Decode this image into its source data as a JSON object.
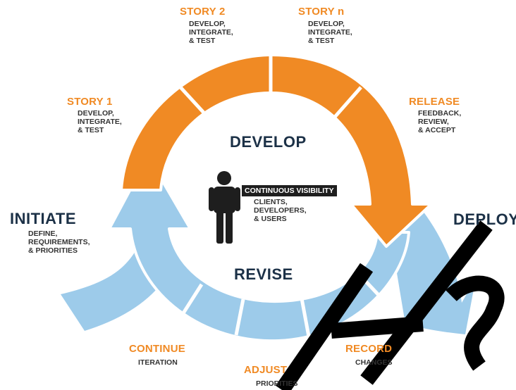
{
  "colors": {
    "orange": "#f08a24",
    "blue": "#9dcbea",
    "navy": "#1c3147",
    "person": "#1e1e1e"
  },
  "center": {
    "badge": "CONTINUOUS VISIBILITY",
    "text": "CLIENTS,\nDEVELOPERS,\n& USERS"
  },
  "phases": {
    "develop": "DEVELOP",
    "revise": "REVISE",
    "initiate": "INITIATE",
    "deploy": "DEPLOY"
  },
  "initiate_desc": "DEFINE,\nREQUIREMENTS,\n& PRIORITIES",
  "stories": [
    {
      "title": "STORY 1",
      "desc": "DEVELOP,\nINTEGRATE,\n& TEST"
    },
    {
      "title": "STORY 2",
      "desc": "DEVELOP,\nINTEGRATE,\n& TEST"
    },
    {
      "title": "STORY n",
      "desc": "DEVELOP,\nINTEGRATE,\n& TEST"
    }
  ],
  "release": {
    "title": "RELEASE",
    "desc": "FEEDBACK,\nREVIEW,\n& ACCEPT"
  },
  "revise_steps": [
    {
      "title": "CONTINUE",
      "desc": "ITERATION"
    },
    {
      "title": "ADJUST",
      "desc": "PRIORITIES"
    },
    {
      "title": "RECORD",
      "desc": "CHANGES"
    }
  ],
  "watermark": "ETS"
}
